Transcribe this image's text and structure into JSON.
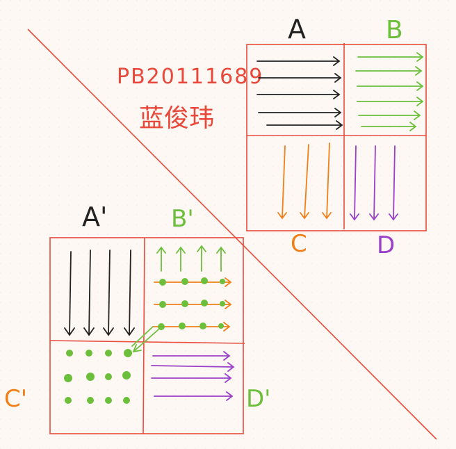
{
  "student_id": "PB20111689",
  "student_name": "蓝俊玮",
  "labels": {
    "top_a": "A",
    "top_b": "B",
    "top_c": "C",
    "top_d": "D",
    "bottom_a": "A'",
    "bottom_b": "B'",
    "bottom_c": "C'",
    "bottom_d": "D'"
  },
  "colors": {
    "background": "#fdf8f3",
    "grid": "#e94b3c",
    "black": "#222222",
    "green": "#6cbf3b",
    "orange": "#f07f1a",
    "purple": "#9b3fc9",
    "red_text": "#e8473a"
  }
}
